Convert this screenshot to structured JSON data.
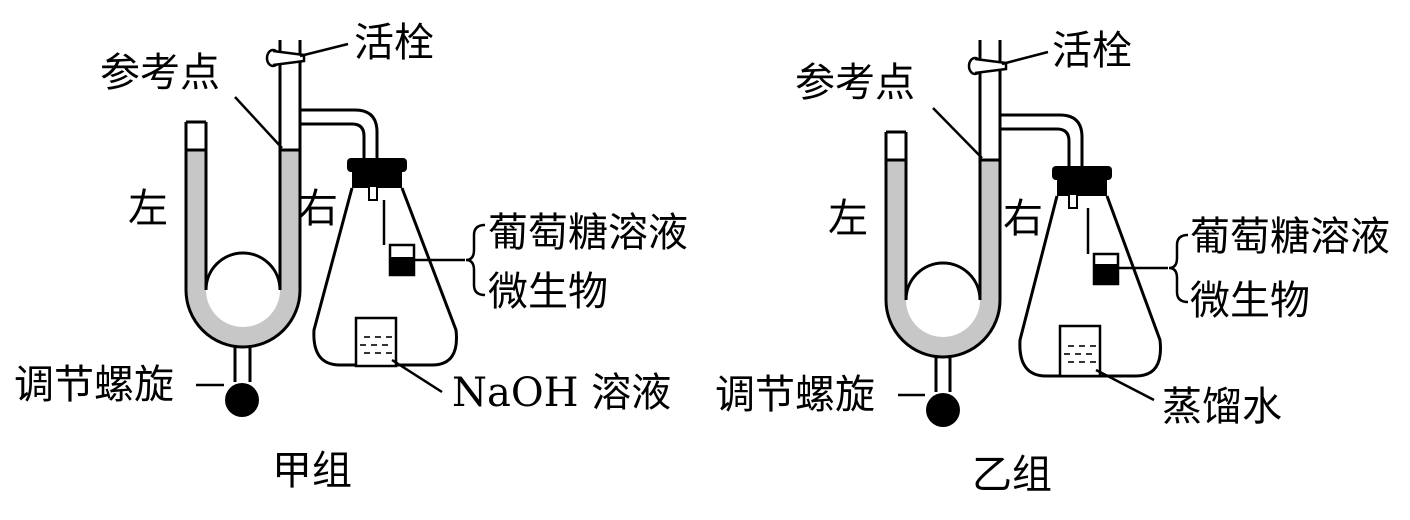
{
  "colors": {
    "liquid": "#c7c7c7",
    "ink": "#000000",
    "paper": "#ffffff"
  },
  "group_a": {
    "caption": "甲组",
    "stopcock": "活栓",
    "reference_point": "参考点",
    "left": "左",
    "right": "右",
    "glucose": "葡萄糖溶液",
    "microbe": "微生物",
    "knob": "调节螺旋",
    "beaker_liquid": "NaOH 溶液"
  },
  "group_b": {
    "caption": "乙组",
    "stopcock": "活栓",
    "reference_point": "参考点",
    "left": "左",
    "right": "右",
    "glucose": "葡萄糖溶液",
    "microbe": "微生物",
    "knob": "调节螺旋",
    "beaker_liquid": "蒸馏水"
  }
}
